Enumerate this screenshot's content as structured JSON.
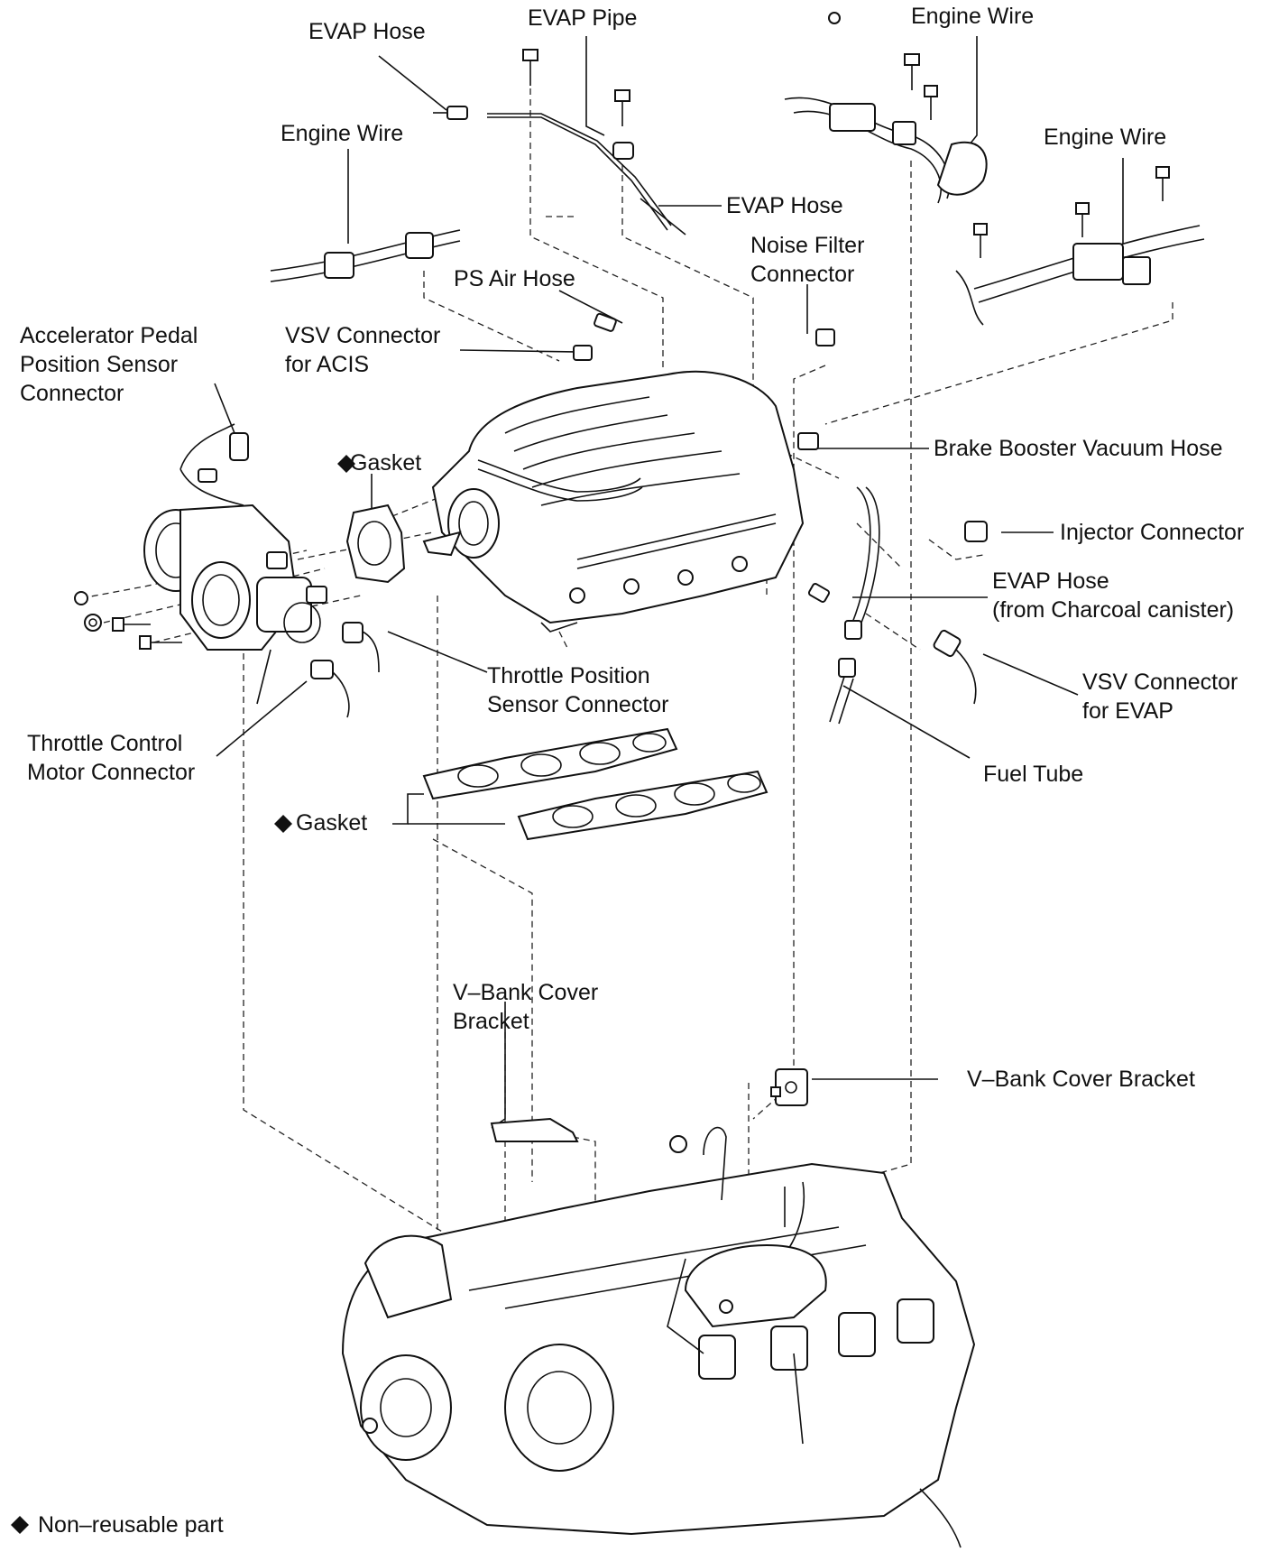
{
  "labels": {
    "evap_hose_top": "EVAP Hose",
    "evap_pipe": "EVAP Pipe",
    "engine_wire_top": "Engine Wire",
    "engine_wire_right": "Engine Wire",
    "engine_wire_left": "Engine Wire",
    "evap_hose_mid": "EVAP Hose",
    "noise_filter": [
      "Noise Filter",
      "Connector"
    ],
    "ps_air_hose": "PS Air Hose",
    "vsv_acis": [
      "VSV Connector",
      "for ACIS"
    ],
    "accel_sensor": [
      "Accelerator Pedal",
      "Position Sensor",
      "Connector"
    ],
    "gasket_tb": "Gasket",
    "brake_booster": "Brake Booster Vacuum Hose",
    "injector": "Injector Connector",
    "evap_hose_canister": [
      "EVAP Hose",
      "(from Charcoal canister)"
    ],
    "vsv_evap": [
      "VSV Connector",
      "for EVAP"
    ],
    "throttle_pos": [
      "Throttle Position",
      "Sensor Connector"
    ],
    "throttle_motor": [
      "Throttle Control",
      "Motor Connector"
    ],
    "fuel_tube": "Fuel Tube",
    "gasket_manifold": "Gasket",
    "vbank_left": [
      "V–Bank Cover",
      "Bracket"
    ],
    "vbank_right": "V–Bank Cover  Bracket"
  },
  "legend": {
    "symbol": "◆",
    "text": "Non–reusable part"
  }
}
